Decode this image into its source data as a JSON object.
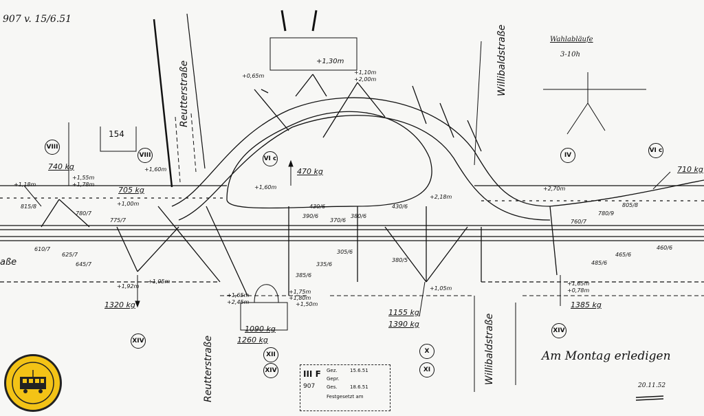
{
  "header_note": "907 v. 15/6.51",
  "streets": {
    "left": "Reutterstraße",
    "right": "Willibaldstraße",
    "left_bottom": "Reutterstraße",
    "right_bottom": "Willibaldstraße",
    "far_left": "aße"
  },
  "block_number": "154",
  "top_right_note": {
    "line1": "Wahlabläufe",
    "line2": "3-10h"
  },
  "roman_markers": [
    "VIII",
    "VIII",
    "VI c",
    "IV",
    "VI c",
    "XIV",
    "XII",
    "XIV",
    "X",
    "XI",
    "XIV"
  ],
  "loads": [
    "740 kg",
    "705 kg",
    "470 kg",
    "710 kg",
    "1320 kg",
    "1090 kg",
    "1260 kg",
    "1155 kg",
    "1390 kg",
    "1385 kg"
  ],
  "heights": [
    "+1,30m",
    "+0,65m",
    "+1,10m",
    "+2,00m",
    "+1,55m",
    "+1,78m",
    "+1,18m",
    "+1,00m",
    "+1,60m",
    "+1,60m",
    "+2,70m",
    "+1,05m",
    "+1,92m",
    "+1,65m",
    "+2,45m",
    "+1,75m",
    "+1,80m",
    "+1,50m",
    "+1,05m",
    "+1,65m",
    "+0,78m",
    "+2,18m"
  ],
  "span_labels": [
    "815/8",
    "780/7",
    "775/7",
    "430/6",
    "390/6",
    "370/6",
    "380/6",
    "430/6",
    "805/8",
    "760/7",
    "780/9",
    "485/6",
    "465/6",
    "460/6",
    "645/7",
    "610/7",
    "625/7",
    "335/6",
    "385/6",
    "305/6",
    "380/5"
  ],
  "annotation": "Am Montag erledigen",
  "annotation_date": "20.11.52",
  "stamp": {
    "code": "III F",
    "number": "907",
    "row1_label": "Gez.",
    "row1_date": "15.6.51",
    "row2_label": "Gepr.",
    "row3_label": "Ges.",
    "row3_date": "18.6.51",
    "row4": "Festgesetzt am"
  },
  "colors": {
    "ink": "#111111",
    "paper": "#f7f7f5",
    "logo": "#f3c316"
  }
}
